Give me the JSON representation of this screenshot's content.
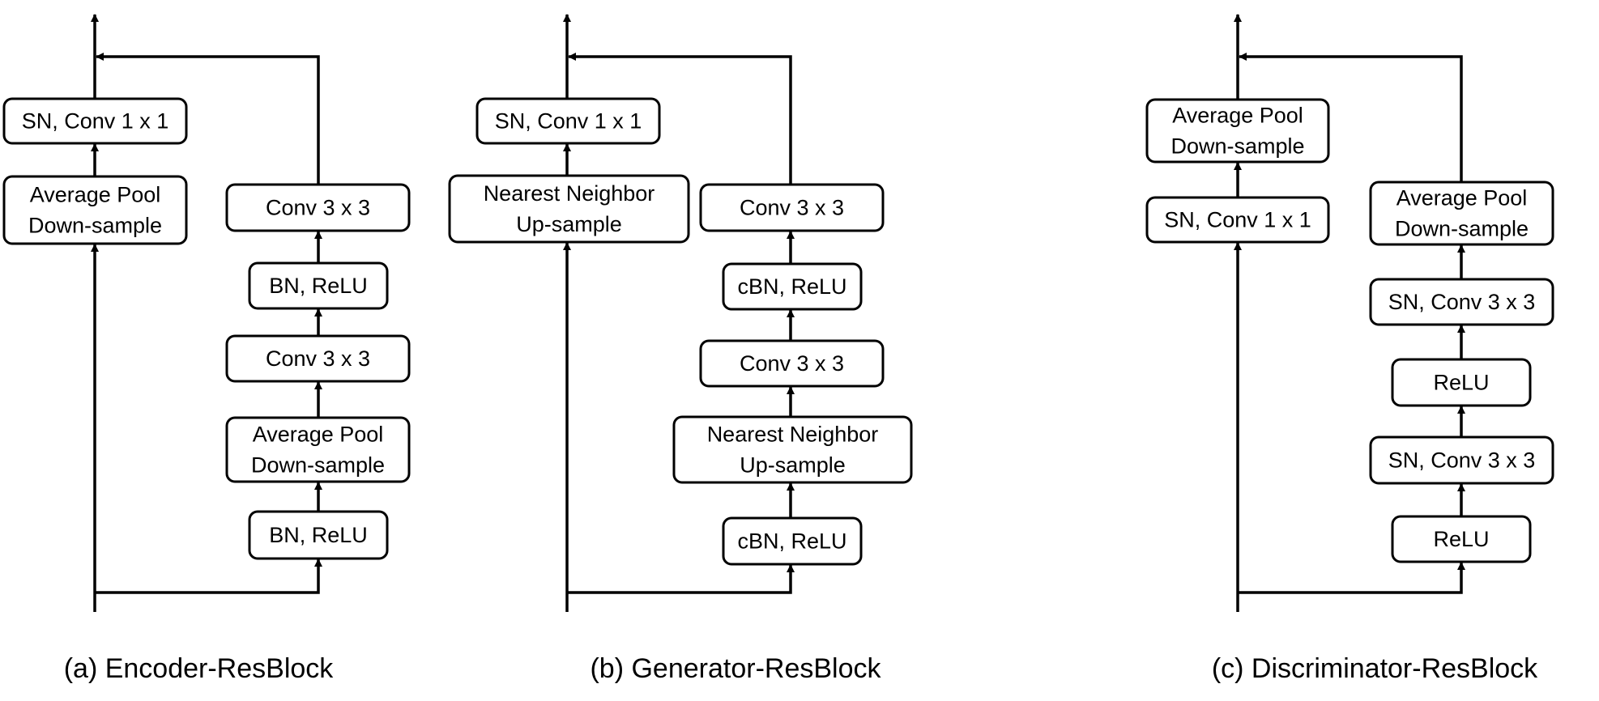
{
  "panels": [
    {
      "id": "encoder",
      "caption": "(a) Encoder-ResBlock",
      "skip_boxes": [
        [
          "Average Pool",
          "Down-sample"
        ],
        [
          "SN, Conv 1 x 1"
        ]
      ],
      "residual_boxes": [
        [
          "BN, ReLU"
        ],
        [
          "Average Pool",
          "Down-sample"
        ],
        [
          "Conv 3 x 3"
        ],
        [
          "BN, ReLU"
        ],
        [
          "Conv 3 x 3"
        ]
      ]
    },
    {
      "id": "generator",
      "caption": "(b) Generator-ResBlock",
      "skip_boxes": [
        [
          "Nearest Neighbor",
          "Up-sample"
        ],
        [
          "SN, Conv 1 x 1"
        ]
      ],
      "residual_boxes": [
        [
          "cBN, ReLU"
        ],
        [
          "Nearest Neighbor",
          "Up-sample"
        ],
        [
          "Conv 3 x 3"
        ],
        [
          "cBN, ReLU"
        ],
        [
          "Conv 3 x 3"
        ]
      ]
    },
    {
      "id": "discriminator",
      "caption": "(c) Discriminator-ResBlock",
      "skip_boxes": [
        [
          "SN, Conv 1 x 1"
        ],
        [
          "Average Pool",
          "Down-sample"
        ]
      ],
      "residual_boxes": [
        [
          "ReLU"
        ],
        [
          "SN, Conv 3 x 3"
        ],
        [
          "ReLU"
        ],
        [
          "SN, Conv 3 x 3"
        ],
        [
          "Average Pool",
          "Down-sample"
        ]
      ]
    }
  ]
}
